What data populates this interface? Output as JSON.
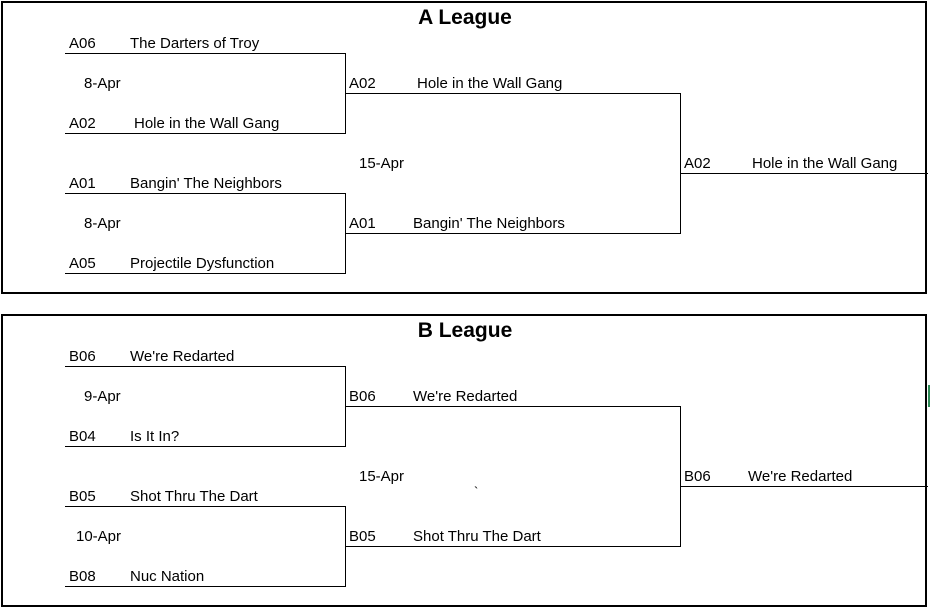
{
  "a_league": {
    "title": "A League",
    "round1": [
      {
        "seed": "A06",
        "team": "The Darters of Troy"
      },
      {
        "seed": "A02",
        "team": "Hole in the Wall Gang"
      },
      {
        "seed": "A01",
        "team": "Bangin' The Neighbors"
      },
      {
        "seed": "A05",
        "team": "Projectile Dysfunction"
      }
    ],
    "round1_dates": [
      "8-Apr",
      "8-Apr"
    ],
    "round2": [
      {
        "seed": "A02",
        "team": "Hole in the Wall Gang"
      },
      {
        "seed": "A01",
        "team": "Bangin' The Neighbors"
      }
    ],
    "round2_date": "15-Apr",
    "winner": {
      "seed": "A02",
      "team": "Hole in the Wall Gang"
    }
  },
  "b_league": {
    "title": "B League",
    "round1": [
      {
        "seed": "B06",
        "team": "We're Redarted"
      },
      {
        "seed": "B04",
        "team": "Is It In?"
      },
      {
        "seed": "B05",
        "team": "Shot Thru The Dart"
      },
      {
        "seed": "B08",
        "team": "Nuc Nation"
      }
    ],
    "round1_dates": [
      "9-Apr",
      "10-Apr"
    ],
    "round2": [
      {
        "seed": "B06",
        "team": "We're Redarted"
      },
      {
        "seed": "B05",
        "team": "Shot Thru The Dart"
      }
    ],
    "round2_date": "15-Apr",
    "winner": {
      "seed": "B06",
      "team": "We're Redarted"
    },
    "stray_mark": "`"
  }
}
